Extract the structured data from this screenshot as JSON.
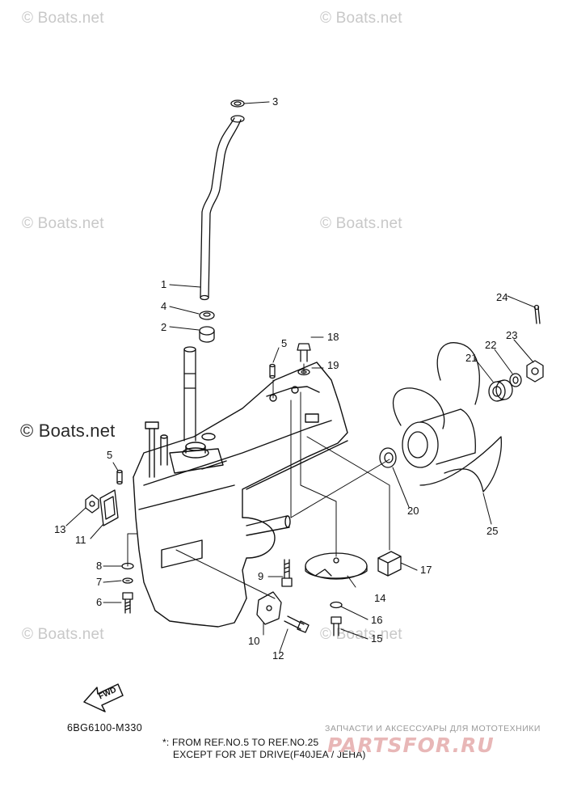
{
  "watermarks": [
    "© Boats.net",
    "© Boats.net",
    "© Boats.net",
    "© Boats.net",
    "© Boats.net",
    "© Boats.net",
    "© Boats.net"
  ],
  "callouts": [
    "1",
    "2",
    "3",
    "4",
    "5",
    "5",
    "6",
    "7",
    "8",
    "9",
    "10",
    "11",
    "12",
    "13",
    "14",
    "15",
    "16",
    "17",
    "18",
    "19",
    "20",
    "21",
    "22",
    "23",
    "24",
    "25"
  ],
  "diagram_code": "6BG6100-M330",
  "fwd_label": "FWD",
  "note_line1": "*: FROM REF.NO.5 TO REF.NO.25",
  "note_line2": "EXCEPT FOR JET DRIVE(F40JEA / JEHA)",
  "brand_tagline": "ЗАПЧАСТИ И АКСЕССУАРЫ ДЛЯ МОТОТЕХНИКИ",
  "brand_name": "PARTSFOR.RU"
}
